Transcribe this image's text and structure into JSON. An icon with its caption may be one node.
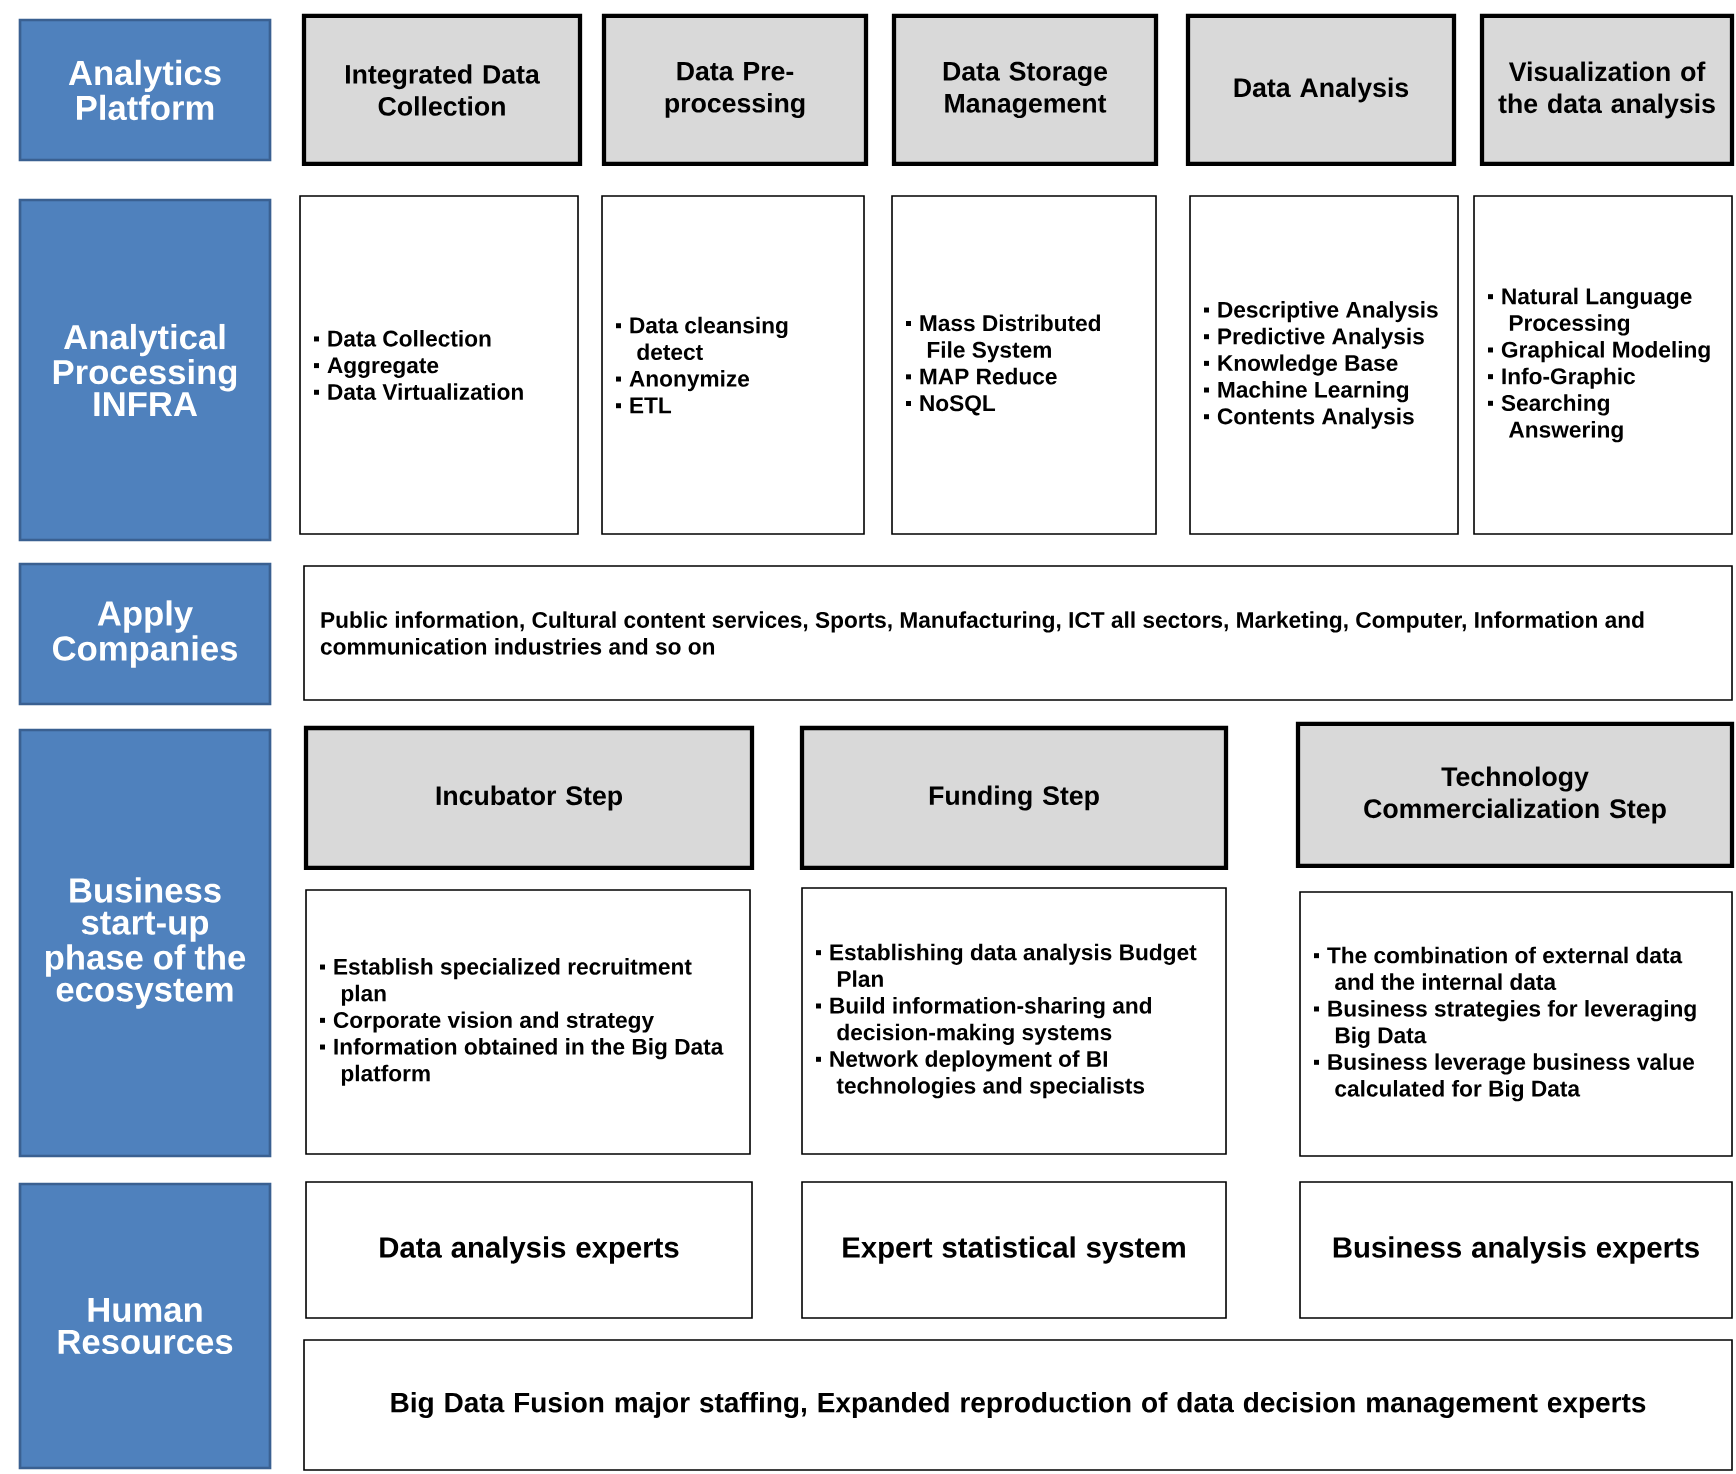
{
  "diagram": {
    "nodes": [
      {
        "text": [
          "Analytics Platform"
        ]
      },
      {
        "text": [
          "Integrated Data Collection"
        ]
      },
      {
        "text": [
          "Data Pre-processing"
        ]
      },
      {
        "text": [
          "Data Storage Management"
        ]
      },
      {
        "text": [
          "Data Analysis"
        ]
      },
      {
        "text": [
          "Visualization of the data analysis"
        ]
      },
      {
        "text": [
          "Analytical Processing INFRA"
        ]
      },
      {
        "text": [
          "Data Collection",
          "Aggregate",
          "Data Virtualization"
        ]
      },
      {
        "text": [
          "Data cleansing detect",
          "Anonymize",
          "ETL"
        ]
      },
      {
        "text": [
          "Mass Distributed File System",
          "MAP Reduce",
          "NoSQL"
        ]
      },
      {
        "text": [
          "Descriptive Analysis",
          "Predictive Analysis",
          "Knowledge Base",
          "Machine Learning",
          "Contents Analysis"
        ]
      },
      {
        "text": [
          "Natural Language Processing",
          "Graphical Modeling",
          "Info-Graphic",
          "Searching Answering"
        ]
      },
      {
        "text": [
          "Apply Companies"
        ]
      },
      {
        "text": [
          "Public information, Cultural content services, Sports, Manufacturing, ICT all sectors, Marketing, Computer, Information and communication industries and so on"
        ]
      },
      {
        "text": [
          "Business start-up phase of the ecosystem"
        ]
      },
      {
        "text": [
          "Incubator Step"
        ]
      },
      {
        "text": [
          "Funding Step"
        ]
      },
      {
        "text": [
          "Technology Commercialization Step"
        ]
      },
      {
        "text": [
          "Establish specialized recruitment plan",
          "Corporate vision and strategy",
          "Information obtained in the Big Data platform"
        ]
      },
      {
        "text": [
          "Establishing data analysis Budget Plan",
          "Build information-sharing and decision-making systems",
          "Network deployment of BI technologies and specialists"
        ]
      },
      {
        "text": [
          "The combination of external data and the internal data",
          "Business strategies for leveraging Big Data",
          "Business leverage business value calculated for Big Data"
        ]
      },
      {
        "text": [
          "Human Resources"
        ]
      },
      {
        "text": [
          "Data analysis experts"
        ]
      },
      {
        "text": [
          "Expert statistical system"
        ]
      },
      {
        "text": [
          "Business analysis experts"
        ]
      },
      {
        "text": [
          "Big Data Fusion major staffing, Expanded reproduction of data decision management experts"
        ]
      }
    ]
  }
}
